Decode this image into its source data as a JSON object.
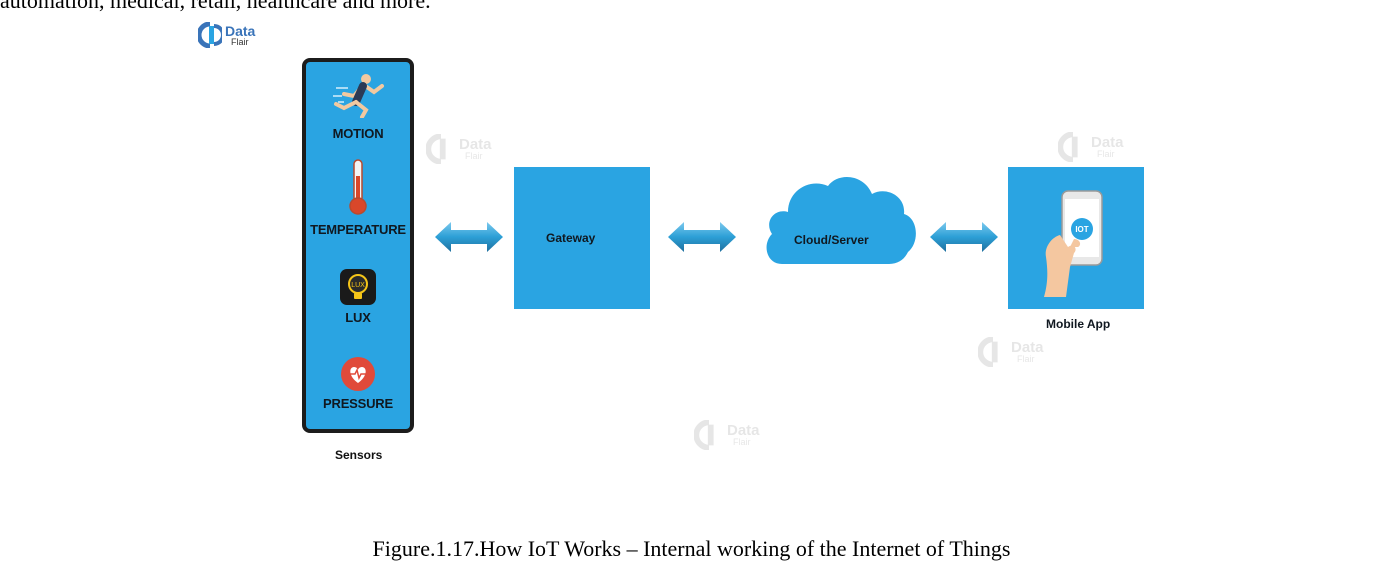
{
  "intro_text": "automation, medical, retail, healthcare and more.",
  "logo": {
    "word1": "Data",
    "word2": "Flair"
  },
  "sensors": {
    "items": [
      {
        "label": "MOTION",
        "icon": "running-person-icon"
      },
      {
        "label": "TEMPERATURE",
        "icon": "thermometer-icon"
      },
      {
        "label": "LUX",
        "icon": "lux-bulb-icon",
        "badge": "LUX"
      },
      {
        "label": "PRESSURE",
        "icon": "heart-pulse-icon"
      }
    ],
    "caption": "Sensors"
  },
  "gateway": {
    "label": "Gateway"
  },
  "cloud": {
    "label": "Cloud/Server"
  },
  "mobile": {
    "label": "Mobile App",
    "badge": "IOT"
  },
  "figure_caption": "Figure.1.17.How IoT Works – Internal working of the Internet of Things",
  "colors": {
    "box_blue": "#2aa4e2",
    "arrow_blue": "#2c9fd6",
    "logo_blue": "#3a74b9"
  }
}
